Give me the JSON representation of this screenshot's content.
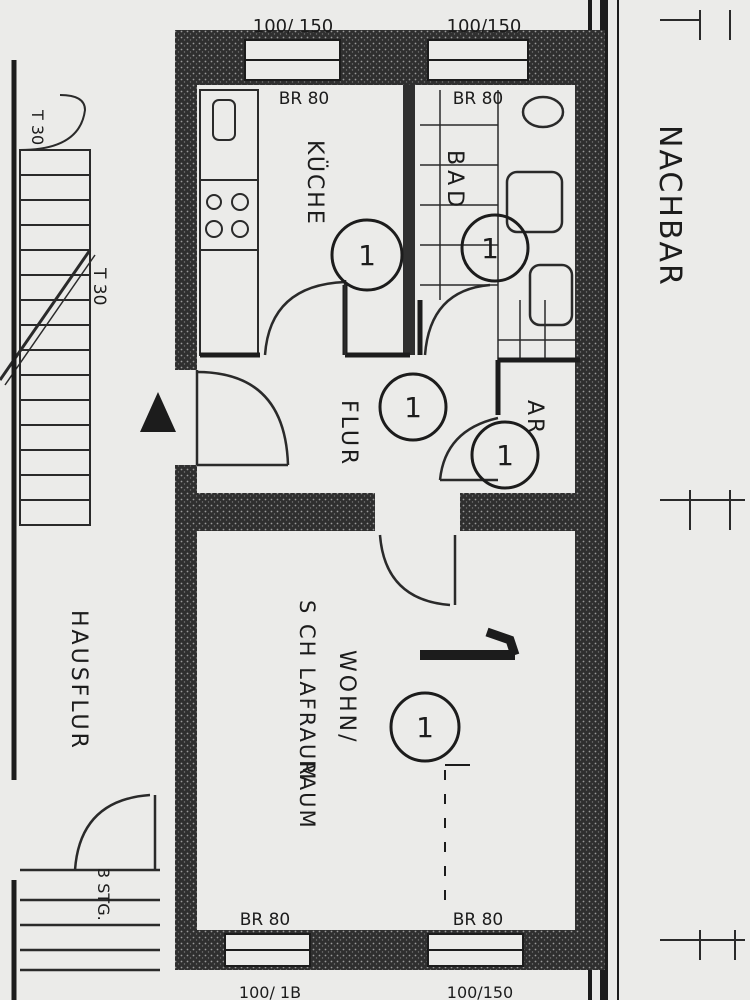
{
  "labels": {
    "kueche": "KÜCHE",
    "bad": "BAD",
    "flur": "FLUR",
    "ar": "AR",
    "wohn_line1": "WOHN/",
    "wohn_line2": "S CH LAFRAUM",
    "wohn_line3": "RAUM",
    "nachbar": "NACHBAR",
    "hausflur": "HAUSFLUR",
    "stg": "3 STG.",
    "t30_upper": "T 30",
    "t30_stair": "T 30"
  },
  "window_sizes": {
    "top_left": "100/ 150",
    "top_right": "100/150",
    "bottom_left": "100/ 1B",
    "bottom_right": "100/150"
  },
  "sill_labels": {
    "kueche": "BR 80",
    "bad": "BR 80",
    "wohn_left": "BR 80",
    "wohn_right": "BR 80"
  },
  "unit_markers": {
    "kueche": "1",
    "bad": "1",
    "flur": "1",
    "ar": "1",
    "wohn": "1",
    "apartment": "1"
  },
  "colors": {
    "paper": "#ebebe9",
    "ink": "#1c1c1c",
    "wall_fill": "#2f2f2f"
  }
}
